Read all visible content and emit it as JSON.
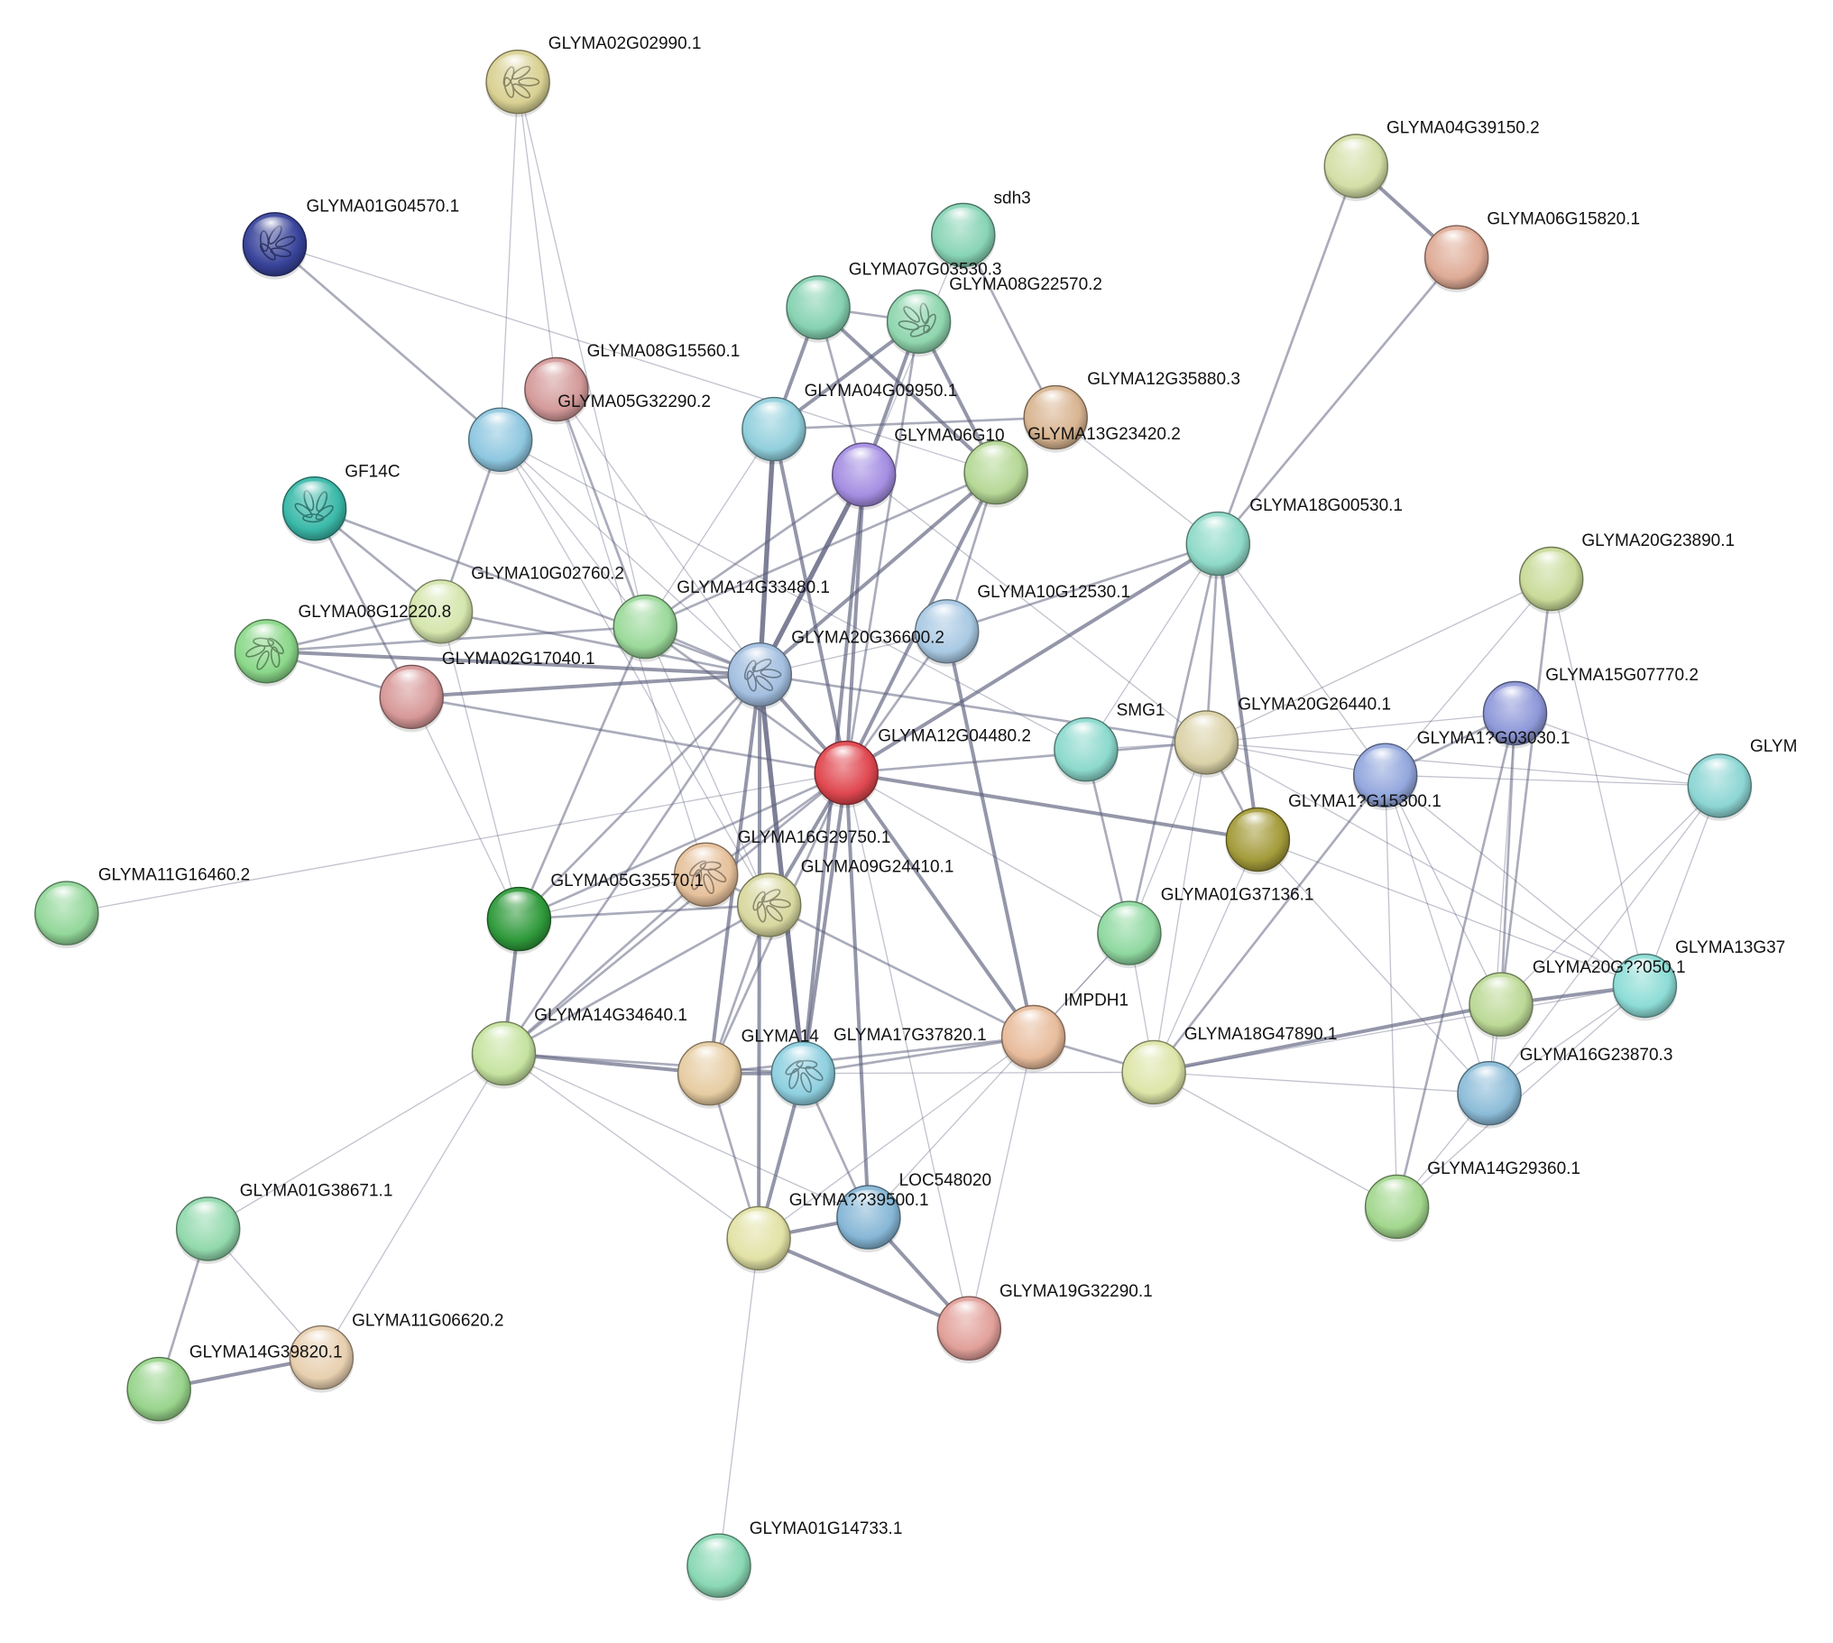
{
  "colors": {
    "background": "#ffffff",
    "edge": "#5c5f7d",
    "label": "#111111"
  },
  "nodes": [
    {
      "id": "n_GLYMA02G02990",
      "label": "GLYMA02G02990.1",
      "color": "#d9d193",
      "structure": true
    },
    {
      "id": "n_GLYMA01G04570",
      "label": "GLYMA01G04570.1",
      "color": "#38439a",
      "structure": true
    },
    {
      "id": "n_sdh3",
      "label": "sdh3",
      "color": "#88d4b6",
      "structure": false
    },
    {
      "id": "n_GLYMA07G03530",
      "label": "GLYMA07G03530.3",
      "color": "#86d2b2",
      "structure": false
    },
    {
      "id": "n_GLYMA08G22570",
      "label": "GLYMA08G22570.2",
      "color": "#8fd6ae",
      "structure": true
    },
    {
      "id": "n_GLYMA08G15560",
      "label": "GLYMA08G15560.1",
      "color": "#d49a9a",
      "structure": false
    },
    {
      "id": "n_GLYMA05G32290",
      "label": "GLYMA05G32290.2",
      "color": "#8ec7e0",
      "structure": false
    },
    {
      "id": "n_GLYMA04G09950",
      "label": "GLYMA04G09950.1",
      "color": "#91cfdc",
      "structure": false
    },
    {
      "id": "n_GLYMA12G35880",
      "label": "GLYMA12G35880.3",
      "color": "#d8b490",
      "structure": false
    },
    {
      "id": "n_GLYMA06G10",
      "label": "GLYMA06G10",
      "color": "#a48ee2",
      "structure": false
    },
    {
      "id": "n_GLYMA13G23420",
      "label": "GLYMA13G23420.2",
      "color": "#b5d896",
      "structure": false
    },
    {
      "id": "n_GLYMA04G39150",
      "label": "GLYMA04G39150.2",
      "color": "#d3dfa6",
      "structure": false
    },
    {
      "id": "n_GLYMA06G15820",
      "label": "GLYMA06G15820.1",
      "color": "#dfab96",
      "structure": false
    },
    {
      "id": "n_GF14C",
      "label": "GF14C",
      "color": "#3ab9a9",
      "structure": true
    },
    {
      "id": "n_GLYMA18G00530",
      "label": "GLYMA18G00530.1",
      "color": "#8fdac8",
      "structure": false
    },
    {
      "id": "n_GLYMA10G02760",
      "label": "GLYMA10G02760.2",
      "color": "#d5e6ad",
      "structure": false
    },
    {
      "id": "n_GLYMA14G33480",
      "label": "GLYMA14G33480.1",
      "color": "#9bd99a",
      "structure": false
    },
    {
      "id": "n_GLYMA08G12220",
      "label": "GLYMA08G12220.8",
      "color": "#8bd88a",
      "structure": true
    },
    {
      "id": "n_GLYMA10G12530",
      "label": "GLYMA10G12530.1",
      "color": "#a9c9e3",
      "structure": false
    },
    {
      "id": "n_GLYMA20G23890",
      "label": "GLYMA20G23890.1",
      "color": "#c9db99",
      "structure": false
    },
    {
      "id": "n_GLYMA20G36600",
      "label": "GLYMA20G36600.2",
      "color": "#a3bfe0",
      "structure": true
    },
    {
      "id": "n_GLYMA02G17040",
      "label": "GLYMA02G17040.1",
      "color": "#d79898",
      "structure": false
    },
    {
      "id": "n_GLYMA15G07770",
      "label": "GLYMA15G07770.2",
      "color": "#8e98d9",
      "structure": false
    },
    {
      "id": "n_SMG1",
      "label": "SMG1",
      "color": "#8cd9cd",
      "structure": false
    },
    {
      "id": "n_GLYMA20G26440",
      "label": "GLYMA20G26440.1",
      "color": "#dbd2a8",
      "structure": false
    },
    {
      "id": "n_GLYMA1x03030",
      "label": "GLYMA1?G03030.1",
      "color": "#93a7dd",
      "structure": false
    },
    {
      "id": "n_GLYM_right",
      "label": "GLYM",
      "color": "#8cd6d4",
      "structure": false
    },
    {
      "id": "n_GLYMA12G04480",
      "label": "GLYMA12G04480.2",
      "color": "#e0474f",
      "structure": false
    },
    {
      "id": "n_GLYMA1x15300",
      "label": "GLYMA1?G15300.1",
      "color": "#a49b3a",
      "structure": false
    },
    {
      "id": "n_GLYMA16G29750",
      "label": "GLYMA16G29750.1",
      "color": "#e6c19c",
      "structure": true
    },
    {
      "id": "n_GLYMA09G24410",
      "label": "GLYMA09G24410.1",
      "color": "#d8d8a0",
      "structure": true
    },
    {
      "id": "n_GLYMA11G16460",
      "label": "GLYMA11G16460.2",
      "color": "#93d79a",
      "structure": false
    },
    {
      "id": "n_GLYMA05G35570",
      "label": "GLYMA05G35570.1",
      "color": "#2f9a3b",
      "structure": false
    },
    {
      "id": "n_GLYMA01G37136",
      "label": "GLYMA01G37136.1",
      "color": "#8fd8a0",
      "structure": false
    },
    {
      "id": "n_GLYMA20Gx",
      "label": "GLYMA20G??050.1",
      "color": "#bcd996",
      "structure": false
    },
    {
      "id": "n_GLYMA13G37",
      "label": "GLYMA13G37",
      "color": "#8ddcd6",
      "structure": false
    },
    {
      "id": "n_IMPDH1",
      "label": "IMPDH1",
      "color": "#e8bc9c",
      "structure": false
    },
    {
      "id": "n_GLYMA14G34640",
      "label": "GLYMA14G34640.1",
      "color": "#c6e3a0",
      "structure": false
    },
    {
      "id": "n_GLYMA14x",
      "label": "GLYMA14",
      "color": "#e6cca2",
      "structure": false
    },
    {
      "id": "n_GLYMA17G37820",
      "label": "GLYMA17G37820.1",
      "color": "#8fd0e0",
      "structure": true
    },
    {
      "id": "n_GLYMA18G47890",
      "label": "GLYMA18G47890.1",
      "color": "#dde5a8",
      "structure": false
    },
    {
      "id": "n_GLYMA16G23870",
      "label": "GLYMA16G23870.3",
      "color": "#8cbcd8",
      "structure": false
    },
    {
      "id": "n_GLYMA14G29360",
      "label": "GLYMA14G29360.1",
      "color": "#a3d78e",
      "structure": false
    },
    {
      "id": "n_GLYMA01G38671",
      "label": "GLYMA01G38671.1",
      "color": "#92d9ad",
      "structure": false
    },
    {
      "id": "n_LOC548020",
      "label": "LOC548020",
      "color": "#86b7d6",
      "structure": false
    },
    {
      "id": "n_GLYMAx39500",
      "label": "GLYMA??39500.1",
      "color": "#e2e2a6",
      "structure": false
    },
    {
      "id": "n_GLYMA19G32290",
      "label": "GLYMA19G32290.1",
      "color": "#e2a09a",
      "structure": false
    },
    {
      "id": "n_GLYMA11G06620",
      "label": "GLYMA11G06620.2",
      "color": "#e8d0b0",
      "structure": false
    },
    {
      "id": "n_GLYMA14G39820",
      "label": "GLYMA14G39820.1",
      "color": "#98d48c",
      "structure": false
    },
    {
      "id": "n_GLYMA01G14733",
      "label": "GLYMA01G14733.1",
      "color": "#8ad8b4",
      "structure": false
    }
  ],
  "edges": [
    [
      "n_GLYMA02G02990",
      "n_GLYMA05G32290",
      1
    ],
    [
      "n_GLYMA02G02990",
      "n_GLYMA08G15560",
      1
    ],
    [
      "n_GLYMA02G02990",
      "n_GLYMA14G33480",
      1
    ],
    [
      "n_GLYMA01G04570",
      "n_GLYMA05G32290",
      2
    ],
    [
      "n_GLYMA01G04570",
      "n_GLYMA13G23420",
      1
    ],
    [
      "n_sdh3",
      "n_GLYMA12G35880",
      2
    ],
    [
      "n_sdh3",
      "n_GLYMA06G10",
      1
    ],
    [
      "n_GLYMA07G03530",
      "n_GLYMA08G22570",
      2
    ],
    [
      "n_GLYMA07G03530",
      "n_GLYMA04G09950",
      3
    ],
    [
      "n_GLYMA07G03530",
      "n_GLYMA06G10",
      2
    ],
    [
      "n_GLYMA07G03530",
      "n_GLYMA13G23420",
      3
    ],
    [
      "n_GLYMA08G22570",
      "n_GLYMA04G09950",
      3
    ],
    [
      "n_GLYMA08G22570",
      "n_GLYMA06G10",
      3
    ],
    [
      "n_GLYMA08G22570",
      "n_GLYMA13G23420",
      3
    ],
    [
      "n_GLYMA08G22570",
      "n_GLYMA12G04480",
      2
    ],
    [
      "n_GLYMA08G15560",
      "n_GLYMA14G33480",
      2
    ],
    [
      "n_GLYMA08G15560",
      "n_GLYMA16G29750",
      1
    ],
    [
      "n_GLYMA08G15560",
      "n_GLYMA20G36600",
      1
    ],
    [
      "n_GLYMA05G32290",
      "n_GLYMA10G02760",
      2
    ],
    [
      "n_GLYMA05G32290",
      "n_GLYMA14G33480",
      1
    ],
    [
      "n_GLYMA05G32290",
      "n_GLYMA20G36600",
      1
    ],
    [
      "n_GLYMA05G32290",
      "n_GLYMA09G24410",
      1
    ],
    [
      "n_GLYMA05G32290",
      "n_SMG1",
      1
    ],
    [
      "n_GLYMA04G09950",
      "n_GLYMA20G36600",
      4
    ],
    [
      "n_GLYMA04G09950",
      "n_GLYMA12G35880",
      2
    ],
    [
      "n_GLYMA04G09950",
      "n_GLYMA12G04480",
      3
    ],
    [
      "n_GLYMA04G09950",
      "n_GLYMA14G33480",
      1
    ],
    [
      "n_GLYMA06G10",
      "n_GLYMA20G36600",
      4
    ],
    [
      "n_GLYMA06G10",
      "n_GLYMA12G04480",
      3
    ],
    [
      "n_GLYMA06G10",
      "n_GLYMA20G26440",
      1
    ],
    [
      "n_GLYMA06G10",
      "n_GLYMA14G33480",
      2
    ],
    [
      "n_GLYMA06G10",
      "n_GLYMA17G37820",
      3
    ],
    [
      "n_GLYMA13G23420",
      "n_GLYMA20G36600",
      3
    ],
    [
      "n_GLYMA13G23420",
      "n_GLYMA12G04480",
      3
    ],
    [
      "n_GLYMA13G23420",
      "n_GLYMA10G12530",
      2
    ],
    [
      "n_GLYMA13G23420",
      "n_GLYMA14G33480",
      2
    ],
    [
      "n_GLYMA12G35880",
      "n_GLYMA18G00530",
      1
    ],
    [
      "n_GLYMA04G39150",
      "n_GLYMA06G15820",
      3
    ],
    [
      "n_GLYMA04G39150",
      "n_GLYMA18G00530",
      2
    ],
    [
      "n_GLYMA06G15820",
      "n_GLYMA18G00530",
      2
    ],
    [
      "n_GF14C",
      "n_GLYMA10G02760",
      2
    ],
    [
      "n_GF14C",
      "n_GLYMA02G17040",
      2
    ],
    [
      "n_GF14C",
      "n_GLYMA20G36600",
      2
    ],
    [
      "n_GLYMA18G00530",
      "n_GLYMA12G04480",
      3
    ],
    [
      "n_GLYMA18G00530",
      "n_GLYMA10G12530",
      2
    ],
    [
      "n_GLYMA18G00530",
      "n_GLYMA1x15300",
      3
    ],
    [
      "n_GLYMA18G00530",
      "n_GLYMA01G37136",
      2
    ],
    [
      "n_GLYMA18G00530",
      "n_SMG1",
      1
    ],
    [
      "n_GLYMA18G00530",
      "n_GLYMA1x03030",
      1
    ],
    [
      "n_GLYMA18G00530",
      "n_GLYMA20G26440",
      2
    ],
    [
      "n_GLYMA10G02760",
      "n_GLYMA08G12220",
      2
    ],
    [
      "n_GLYMA10G02760",
      "n_GLYMA20G36600",
      2
    ],
    [
      "n_GLYMA10G02760",
      "n_GLYMA05G35570",
      1
    ],
    [
      "n_GLYMA14G33480",
      "n_GLYMA20G36600",
      2
    ],
    [
      "n_GLYMA14G33480",
      "n_GLYMA08G12220",
      2
    ],
    [
      "n_GLYMA14G33480",
      "n_GLYMA05G35570",
      2
    ],
    [
      "n_GLYMA14G33480",
      "n_GLYMA09G24410",
      1
    ],
    [
      "n_GLYMA14G33480",
      "n_GLYMA12G04480",
      2
    ],
    [
      "n_GLYMA08G12220",
      "n_GLYMA20G36600",
      3
    ],
    [
      "n_GLYMA08G12220",
      "n_GLYMA02G17040",
      2
    ],
    [
      "n_GLYMA10G12530",
      "n_GLYMA12G04480",
      2
    ],
    [
      "n_GLYMA10G12530",
      "n_IMPDH1",
      3
    ],
    [
      "n_GLYMA10G12530",
      "n_GLYMA20G36600",
      1
    ],
    [
      "n_GLYMA20G36600",
      "n_GLYMA12G04480",
      3
    ],
    [
      "n_GLYMA20G36600",
      "n_GLYMA02G17040",
      3
    ],
    [
      "n_GLYMA20G36600",
      "n_GLYMA17G37820",
      4
    ],
    [
      "n_GLYMA20G36600",
      "n_GLYMA14x",
      3
    ],
    [
      "n_GLYMA20G36600",
      "n_GLYMA05G35570",
      2
    ],
    [
      "n_GLYMA20G36600",
      "n_GLYMA14G34640",
      2
    ],
    [
      "n_GLYMA20G36600",
      "n_GLYMAx39500",
      3
    ],
    [
      "n_GLYMA20G36600",
      "n_GLYMA20G26440",
      2
    ],
    [
      "n_GLYMA02G17040",
      "n_GLYMA12G04480",
      2
    ],
    [
      "n_GLYMA02G17040",
      "n_GLYMA05G35570",
      1
    ],
    [
      "n_GLYMA20G23890",
      "n_GLYMA1x03030",
      1
    ],
    [
      "n_GLYMA20G23890",
      "n_GLYMA20G26440",
      1
    ],
    [
      "n_GLYMA20G23890",
      "n_GLYMA20Gx",
      2
    ],
    [
      "n_GLYMA20G23890",
      "n_GLYMA13G37",
      1
    ],
    [
      "n_GLYMA15G07770",
      "n_GLYMA1x03030",
      2
    ],
    [
      "n_GLYMA15G07770",
      "n_GLYMA20Gx",
      2
    ],
    [
      "n_GLYMA15G07770",
      "n_GLYMA16G23870",
      1
    ],
    [
      "n_GLYMA15G07770",
      "n_GLYMA14G29360",
      2
    ],
    [
      "n_GLYMA15G07770",
      "n_GLYMA20G26440",
      1
    ],
    [
      "n_GLYMA15G07770",
      "n_GLYM_right",
      1
    ],
    [
      "n_SMG1",
      "n_GLYMA20G26440",
      1
    ],
    [
      "n_SMG1",
      "n_GLYMA01G37136",
      2
    ],
    [
      "n_GLYMA20G26440",
      "n_GLYMA1x15300",
      2
    ],
    [
      "n_GLYMA20G26440",
      "n_GLYMA1x03030",
      1
    ],
    [
      "n_GLYMA20G26440",
      "n_GLYMA18G47890",
      1
    ],
    [
      "n_GLYMA20G26440",
      "n_GLYMA01G37136",
      1
    ],
    [
      "n_GLYMA20G26440",
      "n_GLYMA13G37",
      1
    ],
    [
      "n_GLYMA1x03030",
      "n_GLYMA18G47890",
      2
    ],
    [
      "n_GLYMA1x03030",
      "n_GLYMA20Gx",
      1
    ],
    [
      "n_GLYMA1x03030",
      "n_GLYMA16G23870",
      1
    ],
    [
      "n_GLYMA1x03030",
      "n_GLYMA14G29360",
      1
    ],
    [
      "n_GLYMA1x03030",
      "n_GLYMA13G37",
      1
    ],
    [
      "n_GLYMA1x03030",
      "n_GLYM_right",
      1
    ],
    [
      "n_GLYM_right",
      "n_GLYMA20Gx",
      1
    ],
    [
      "n_GLYM_right",
      "n_GLYMA13G37",
      1
    ],
    [
      "n_GLYM_right",
      "n_GLYMA16G23870",
      1
    ],
    [
      "n_GLYM_right",
      "n_GLYMA20G26440",
      1
    ],
    [
      "n_GLYMA12G04480",
      "n_GLYMA1x15300",
      3
    ],
    [
      "n_GLYMA12G04480",
      "n_GLYMA16G29750",
      2
    ],
    [
      "n_GLYMA12G04480",
      "n_GLYMA09G24410",
      3
    ],
    [
      "n_GLYMA12G04480",
      "n_GLYMA05G35570",
      2
    ],
    [
      "n_GLYMA12G04480",
      "n_IMPDH1",
      3
    ],
    [
      "n_GLYMA12G04480",
      "n_GLYMA17G37820",
      3
    ],
    [
      "n_GLYMA12G04480",
      "n_GLYMA14x",
      2
    ],
    [
      "n_GLYMA12G04480",
      "n_LOC548020",
      3
    ],
    [
      "n_GLYMA12G04480",
      "n_GLYMA19G32290",
      1
    ],
    [
      "n_GLYMA12G04480",
      "n_GLYMA20G26440",
      2
    ],
    [
      "n_GLYMA12G04480",
      "n_GLYMA11G16460",
      1
    ],
    [
      "n_GLYMA12G04480",
      "n_GLYMA14G34640",
      2
    ],
    [
      "n_GLYMA12G04480",
      "n_GLYMA01G37136",
      1
    ],
    [
      "n_GLYMA1x15300",
      "n_GLYMA13G37",
      1
    ],
    [
      "n_GLYMA1x15300",
      "n_GLYMA18G47890",
      1
    ],
    [
      "n_GLYMA1x15300",
      "n_GLYMA16G23870",
      1
    ],
    [
      "n_GLYMA16G29750",
      "n_GLYMA09G24410",
      2
    ],
    [
      "n_GLYMA16G29750",
      "n_GLYMA05G35570",
      1
    ],
    [
      "n_GLYMA16G29750",
      "n_GLYMA14G34640",
      2
    ],
    [
      "n_GLYMA09G24410",
      "n_GLYMA05G35570",
      2
    ],
    [
      "n_GLYMA09G24410",
      "n_GLYMA14G34640",
      2
    ],
    [
      "n_GLYMA09G24410",
      "n_GLYMA14x",
      2
    ],
    [
      "n_GLYMA09G24410",
      "n_IMPDH1",
      2
    ],
    [
      "n_GLYMA05G35570",
      "n_GLYMA14G34640",
      3
    ],
    [
      "n_GLYMA01G37136",
      "n_IMPDH1",
      1
    ],
    [
      "n_GLYMA01G37136",
      "n_LOC548020",
      1
    ],
    [
      "n_GLYMA01G37136",
      "n_GLYMA18G47890",
      1
    ],
    [
      "n_GLYMA20Gx",
      "n_GLYMA13G37",
      3
    ],
    [
      "n_GLYMA20Gx",
      "n_GLYMA18G47890",
      3
    ],
    [
      "n_GLYMA20Gx",
      "n_GLYMA16G23870",
      1
    ],
    [
      "n_GLYMA13G37",
      "n_GLYMA16G23870",
      1
    ],
    [
      "n_GLYMA13G37",
      "n_GLYMA14G29360",
      1
    ],
    [
      "n_GLYMA13G37",
      "n_GLYMA18G47890",
      1
    ],
    [
      "n_IMPDH1",
      "n_GLYMA18G47890",
      2
    ],
    [
      "n_IMPDH1",
      "n_GLYMA14x",
      2
    ],
    [
      "n_IMPDH1",
      "n_GLYMA17G37820",
      2
    ],
    [
      "n_IMPDH1",
      "n_GLYMA19G32290",
      1
    ],
    [
      "n_IMPDH1",
      "n_GLYMAx39500",
      1
    ],
    [
      "n_GLYMA14G34640",
      "n_GLYMA14x",
      3
    ],
    [
      "n_GLYMA14G34640",
      "n_GLYMA17G37820",
      2
    ],
    [
      "n_GLYMA14G34640",
      "n_GLYMAx39500",
      1
    ],
    [
      "n_GLYMA14G34640",
      "n_GLYMA01G38671",
      1
    ],
    [
      "n_GLYMA14G34640",
      "n_GLYMA11G06620",
      1
    ],
    [
      "n_GLYMA14G34640",
      "n_LOC548020",
      1
    ],
    [
      "n_GLYMA14x",
      "n_GLYMA17G37820",
      3
    ],
    [
      "n_GLYMA14x",
      "n_GLYMAx39500",
      2
    ],
    [
      "n_GLYMA17G37820",
      "n_GLYMAx39500",
      3
    ],
    [
      "n_GLYMA17G37820",
      "n_LOC548020",
      2
    ],
    [
      "n_GLYMA17G37820",
      "n_GLYMA18G47890",
      1
    ],
    [
      "n_GLYMA18G47890",
      "n_GLYMA16G23870",
      1
    ],
    [
      "n_GLYMA18G47890",
      "n_GLYMA14G29360",
      1
    ],
    [
      "n_GLYMA16G23870",
      "n_GLYMA14G29360",
      1
    ],
    [
      "n_GLYMA01G38671",
      "n_GLYMA14G39820",
      2
    ],
    [
      "n_GLYMA01G38671",
      "n_GLYMA11G06620",
      1
    ],
    [
      "n_GLYMA14G39820",
      "n_GLYMA11G06620",
      3
    ],
    [
      "n_LOC548020",
      "n_GLYMAx39500",
      3
    ],
    [
      "n_LOC548020",
      "n_GLYMA19G32290",
      3
    ],
    [
      "n_GLYMAx39500",
      "n_GLYMA19G32290",
      3
    ],
    [
      "n_GLYMAx39500",
      "n_GLYMA01G14733",
      1
    ]
  ]
}
